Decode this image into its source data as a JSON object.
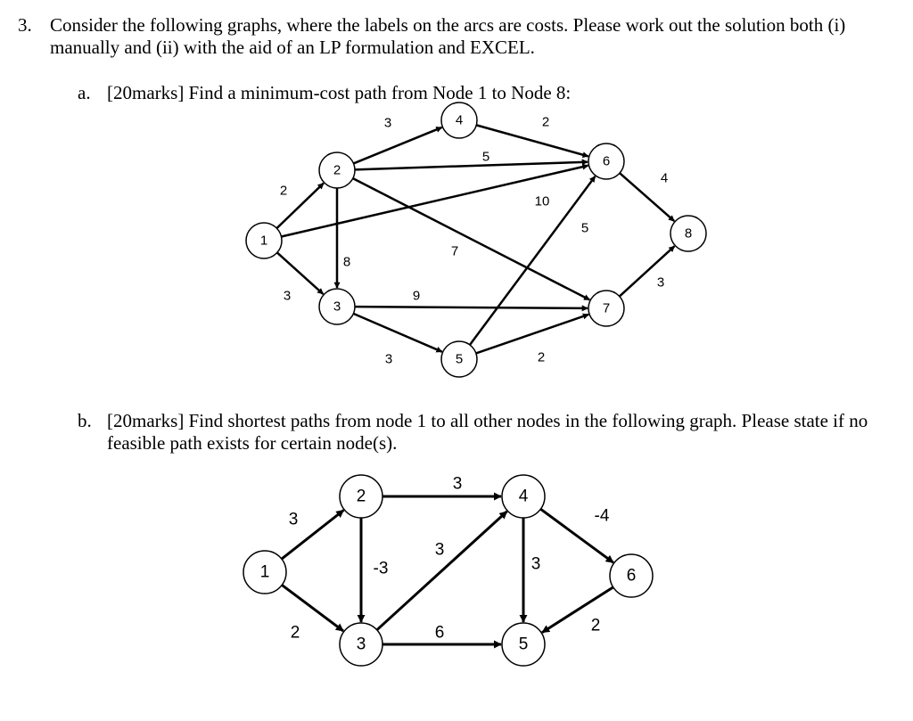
{
  "question": {
    "number": "3.",
    "intro": "Consider the following graphs, where the labels on the arcs are costs. Please work out the solution both (i) manually and (ii) with the aid of an LP formulation and EXCEL."
  },
  "part_a": {
    "label": "a.",
    "text": "[20marks] Find a minimum-cost path from Node 1 to Node 8:",
    "nodes": [
      "1",
      "2",
      "3",
      "4",
      "5",
      "6",
      "7",
      "8"
    ],
    "edges": [
      {
        "from": "1",
        "to": "2",
        "cost": "2"
      },
      {
        "from": "1",
        "to": "3",
        "cost": "3"
      },
      {
        "from": "1",
        "to": "6",
        "cost": "10"
      },
      {
        "from": "2",
        "to": "4",
        "cost": "3"
      },
      {
        "from": "2",
        "to": "6",
        "cost": "5"
      },
      {
        "from": "2",
        "to": "7",
        "cost": "7"
      },
      {
        "from": "2",
        "to": "3",
        "cost": "8"
      },
      {
        "from": "3",
        "to": "7",
        "cost": "9"
      },
      {
        "from": "3",
        "to": "5",
        "cost": "3"
      },
      {
        "from": "4",
        "to": "6",
        "cost": "2"
      },
      {
        "from": "5",
        "to": "6",
        "cost": "5"
      },
      {
        "from": "5",
        "to": "7",
        "cost": "2"
      },
      {
        "from": "6",
        "to": "8",
        "cost": "4"
      },
      {
        "from": "7",
        "to": "8",
        "cost": "3"
      }
    ]
  },
  "part_b": {
    "label": "b.",
    "text": "[20marks] Find shortest paths from node 1 to all other nodes in the following graph. Please state if no feasible path exists for certain node(s).",
    "nodes": [
      "1",
      "2",
      "3",
      "4",
      "5",
      "6"
    ],
    "edges": [
      {
        "from": "1",
        "to": "2",
        "cost": "3"
      },
      {
        "from": "1",
        "to": "3",
        "cost": "2"
      },
      {
        "from": "2",
        "to": "4",
        "cost": "3"
      },
      {
        "from": "2",
        "to": "3",
        "cost": "-3"
      },
      {
        "from": "3",
        "to": "4",
        "cost": "3"
      },
      {
        "from": "3",
        "to": "5",
        "cost": "6"
      },
      {
        "from": "4",
        "to": "5",
        "cost": "3"
      },
      {
        "from": "4",
        "to": "6",
        "cost": "-4"
      },
      {
        "from": "6",
        "to": "5",
        "cost": "2"
      }
    ]
  }
}
